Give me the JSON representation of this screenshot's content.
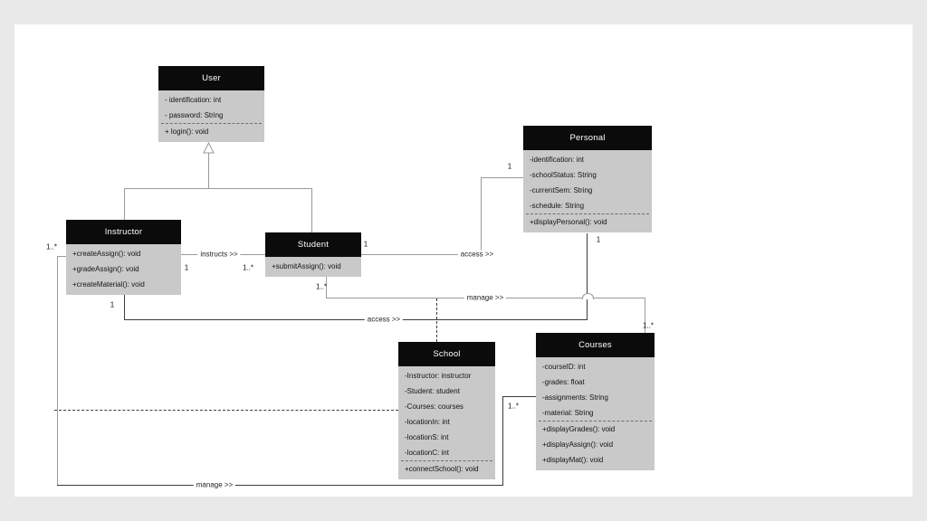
{
  "colors": {
    "page-bg": "#e9e9e9",
    "canvas-bg": "#ffffff",
    "header-bg": "#0b0b0b",
    "body-bg": "#c9c9c9",
    "line": "#9a9a9a",
    "line-dark": "#3c3c3c"
  },
  "classes": {
    "user": {
      "title": "User",
      "attrs": [
        "- identification: int",
        "- password: String"
      ],
      "methods": [
        "+ login(): void"
      ]
    },
    "personal": {
      "title": "Personal",
      "attrs": [
        "-identification: int",
        "-schoolStatus: String",
        "-currentSem: String",
        "-schedule: String"
      ],
      "methods": [
        "+displayPersonal(): void"
      ]
    },
    "instructor": {
      "title": "Instructor",
      "methods": [
        "+createAssign(): void",
        "+gradeAssign(): void",
        "+createMaterial(): void"
      ]
    },
    "student": {
      "title": "Student",
      "methods": [
        "+submitAssign(): void"
      ]
    },
    "school": {
      "title": "School",
      "attrs": [
        "-Instructor: instructor",
        "-Student: student",
        "-Courses: courses",
        "-locationIn: int",
        "-locationS: int",
        "-locationC: int"
      ],
      "methods": [
        "+connectSchool(): void"
      ]
    },
    "courses": {
      "title": "Courses",
      "attrs": [
        "-courseID: int",
        "-grades: float",
        "-assignments: String",
        "-material: String"
      ],
      "methods": [
        "+displayGrades(): void",
        "+displayAssign(): void",
        "+displayMat(): void"
      ]
    }
  },
  "labels": {
    "instructs": "instructs >>",
    "access_student_personal": "access >>",
    "manage_student_courses": "manage >>",
    "access_instructor_personal": "access >>",
    "manage_instructor_courses": "manage >>"
  },
  "mult": {
    "instructor_manage": "1..*",
    "instructs_instructor": "1",
    "instructs_student": "1..*",
    "access_sp_student": "1",
    "access_sp_personal": "1",
    "access_ip_instructor": "1",
    "access_ip_personal": "1",
    "manage_sc_student": "1..*",
    "manage_sc_courses": "1..*",
    "manage_ic_courses": "1..*"
  }
}
